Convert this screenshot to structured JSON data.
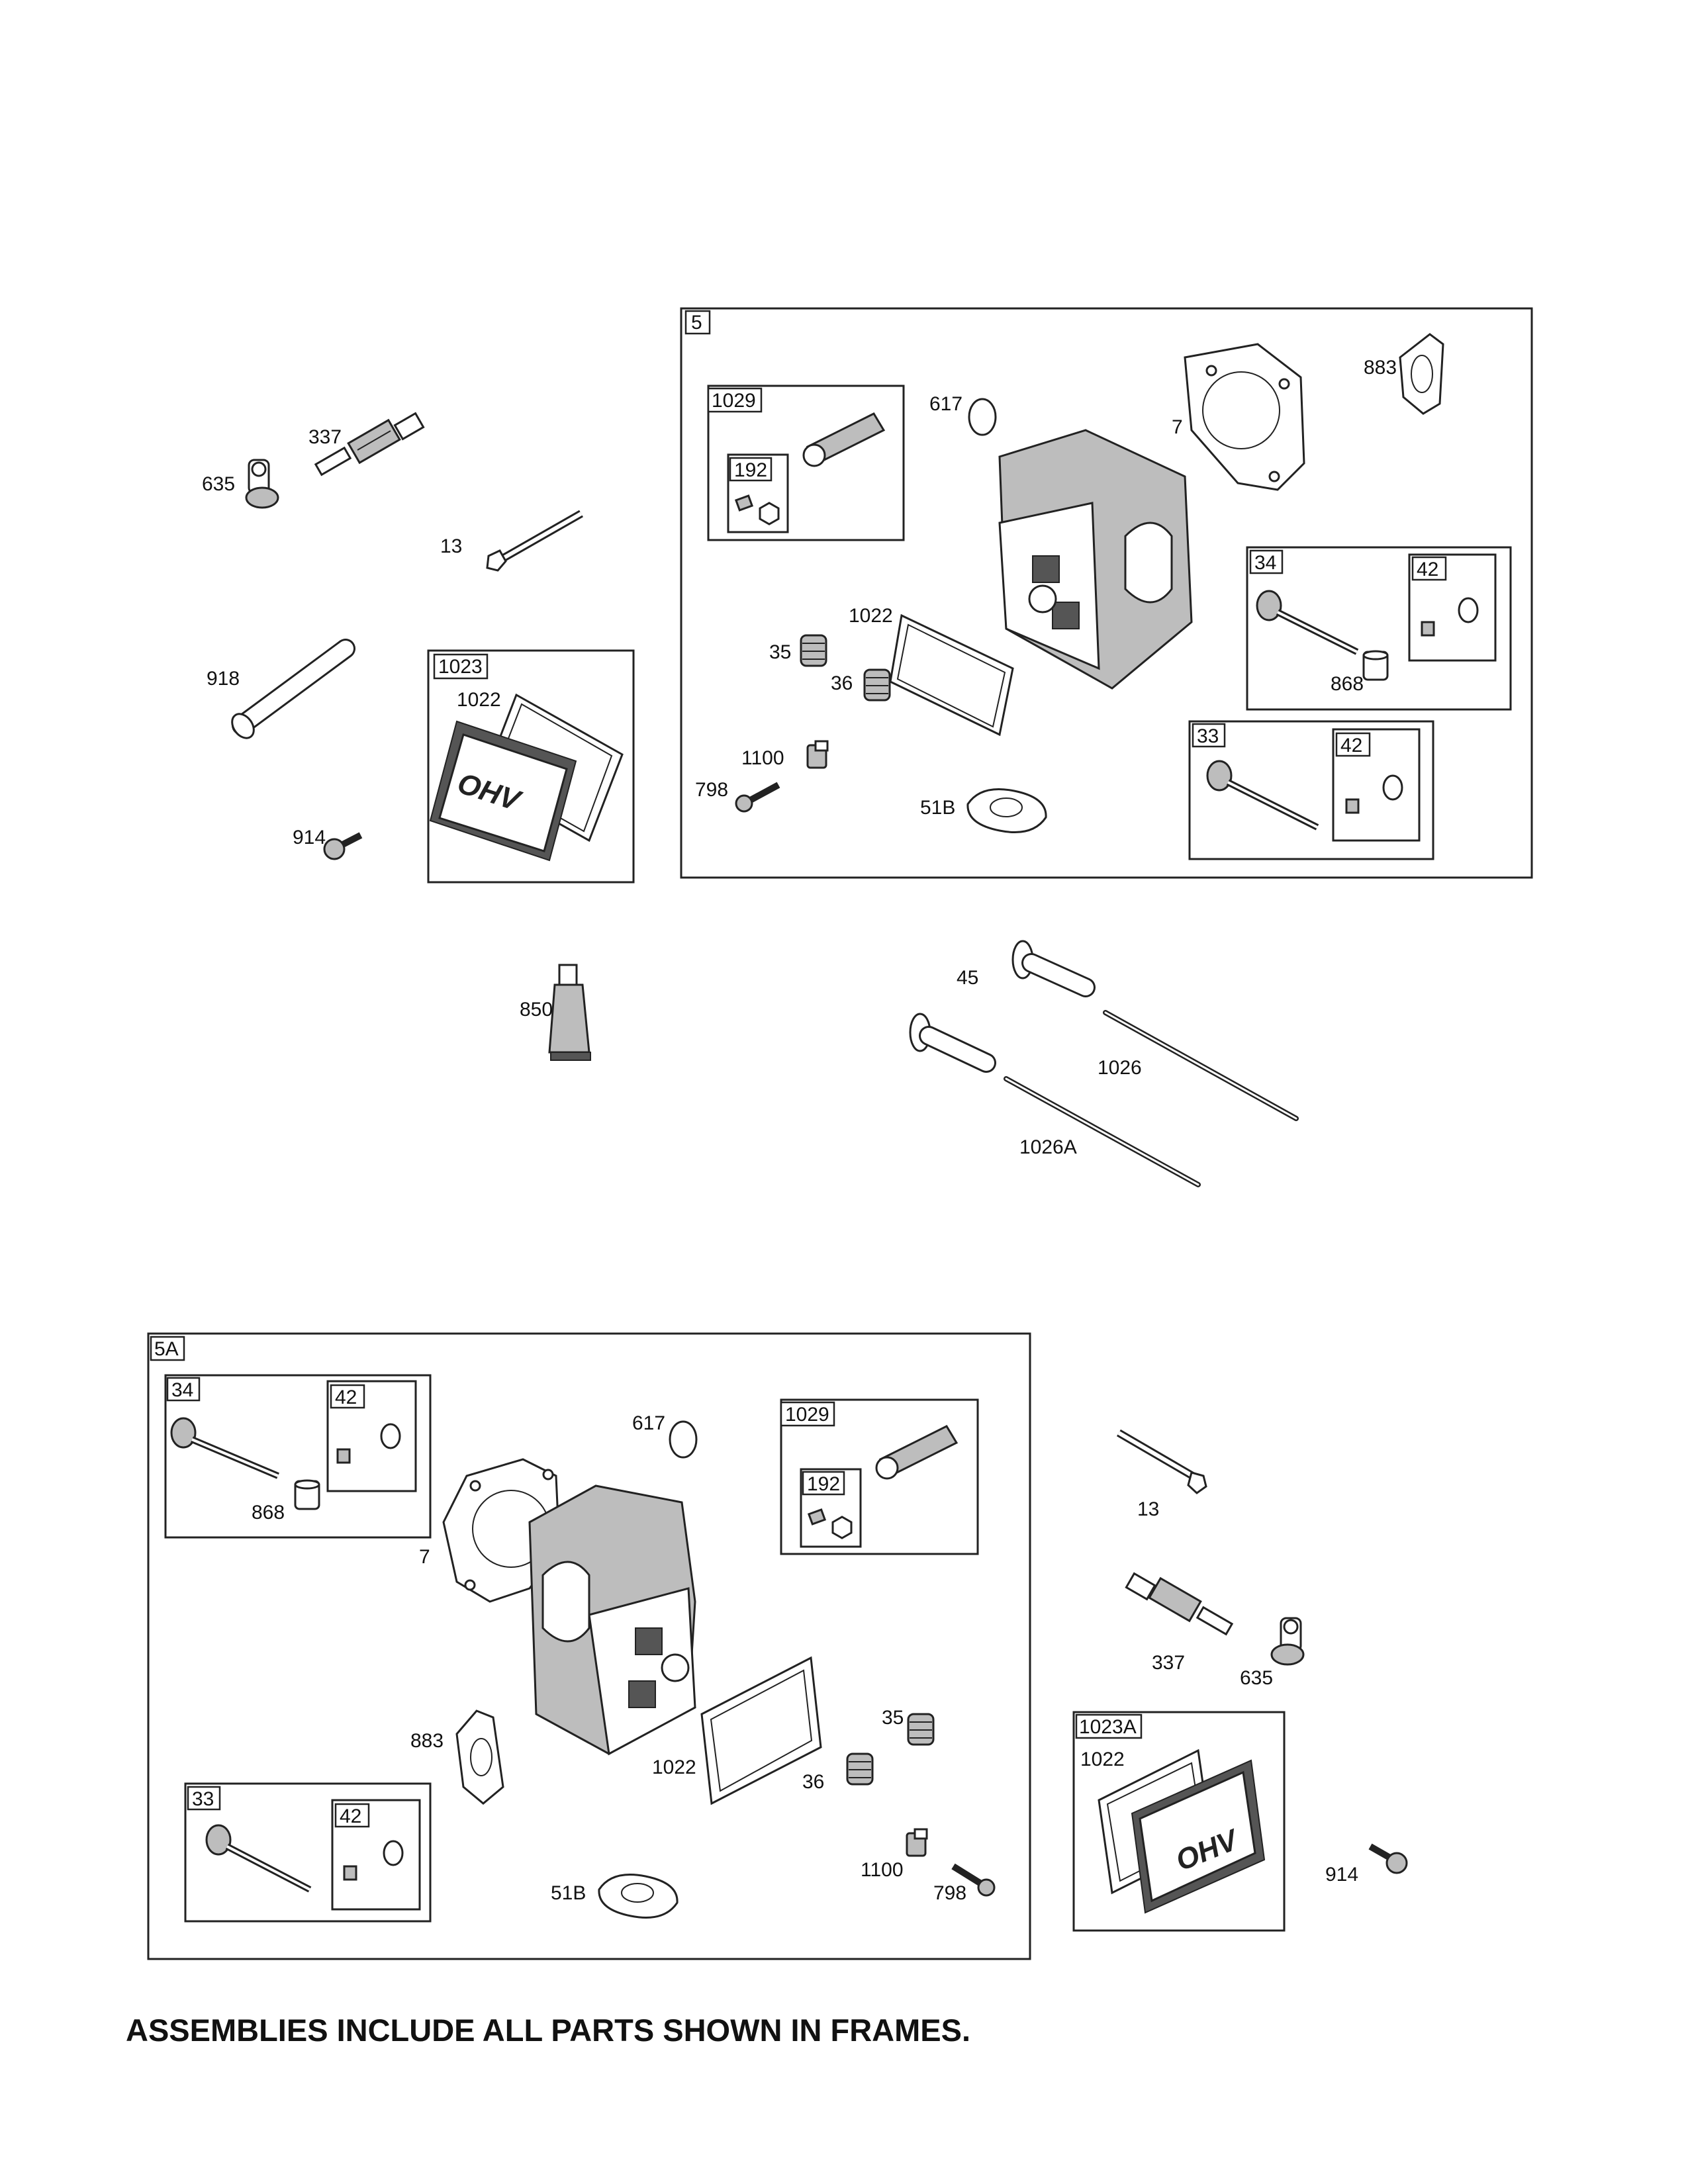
{
  "footer_note": "ASSEMBLIES INCLUDE ALL PARTS SHOWN IN FRAMES.",
  "labels": {
    "l337a": "337",
    "l635a": "635",
    "l13a": "13",
    "l918": "918",
    "l914a": "914",
    "l1023": "1023",
    "l1022a": "1022",
    "l850": "850",
    "l5": "5",
    "l1029a": "1029",
    "l192a": "192",
    "l617a": "617",
    "l7a": "7",
    "l883a": "883",
    "l1022b": "1022",
    "l35a": "35",
    "l36a": "36",
    "l34a": "34",
    "l42a": "42",
    "l868a": "868",
    "l33a": "33",
    "l42b": "42",
    "l1100a": "1100",
    "l798a": "798",
    "l51Ba": "51B",
    "l45": "45",
    "l1026": "1026",
    "l1026A": "1026A",
    "l5A": "5A",
    "l34b": "34",
    "l42c": "42",
    "l868b": "868",
    "l617b": "617",
    "l1029b": "1029",
    "l192b": "192",
    "l7b": "7",
    "l883b": "883",
    "l1022c": "1022",
    "l35b": "35",
    "l36b": "36",
    "l33b": "33",
    "l42d": "42",
    "l51Bb": "51B",
    "l1100b": "1100",
    "l798b": "798",
    "l13b": "13",
    "l337b": "337",
    "l635b": "635",
    "l1023A": "1023A",
    "l1022d": "1022",
    "l914b": "914"
  },
  "ohv_logo_text": "OHV"
}
